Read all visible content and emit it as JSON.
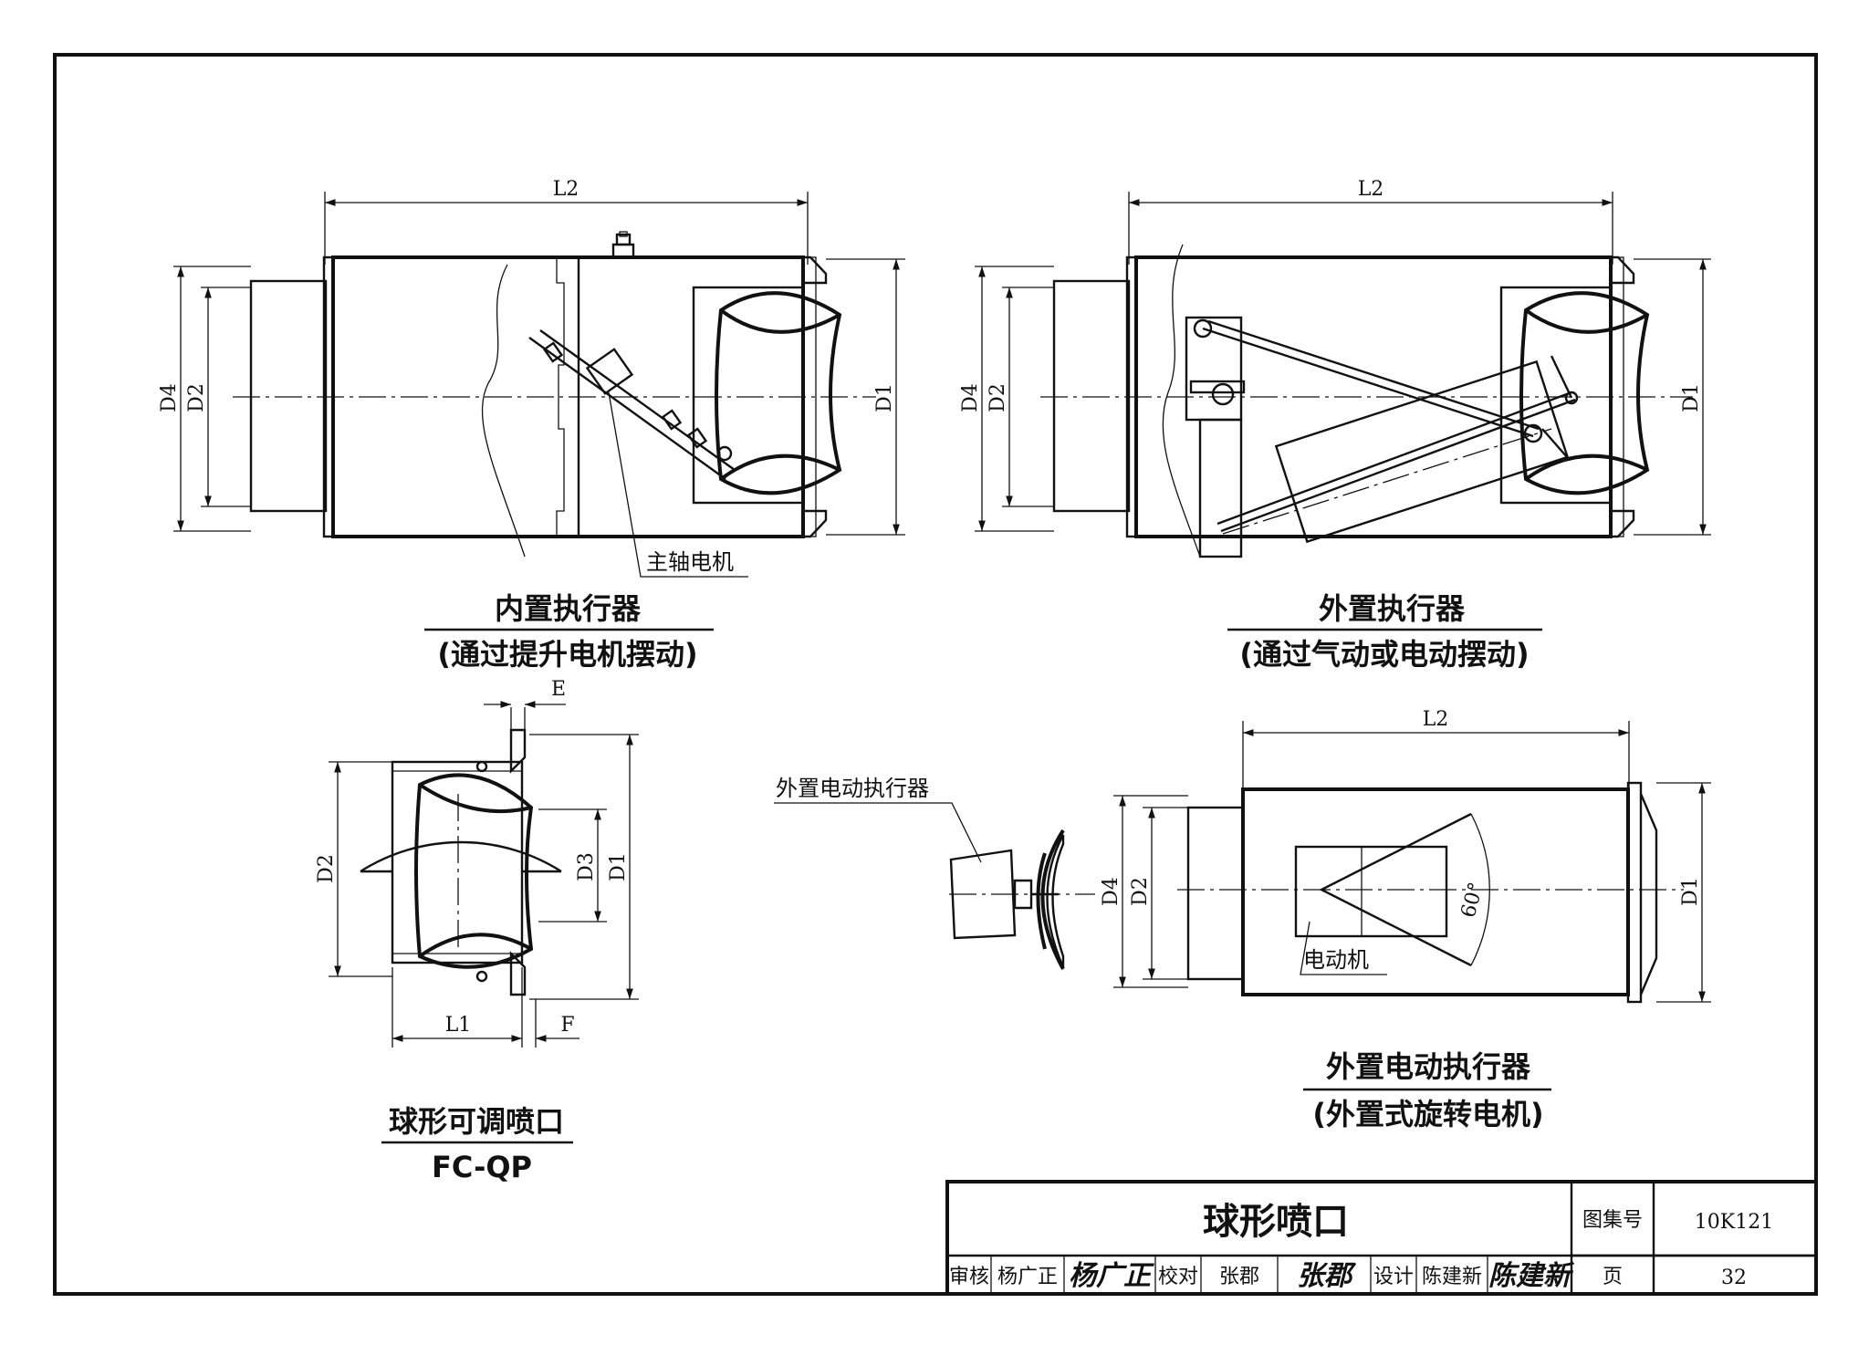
{
  "drawings": {
    "internal_actuator": {
      "title": "内置执行器",
      "subtitle": "(通过提升电机摆动)",
      "callout": "主轴电机",
      "dims": {
        "length": "L2",
        "outer": "D4",
        "inner": "D2",
        "flange": "D1"
      }
    },
    "external_actuator": {
      "title": "外置执行器",
      "subtitle": "(通过气动或电动摆动)",
      "dims": {
        "length": "L2",
        "outer": "D4",
        "inner": "D2",
        "flange": "D1"
      }
    },
    "ball_nozzle": {
      "title": "球形可调喷口",
      "subtitle": "FC-QP",
      "dims": {
        "e": "E",
        "d2": "D2",
        "d3": "D3",
        "d1": "D1",
        "l1": "L1",
        "f": "F"
      }
    },
    "external_electric": {
      "title": "外置电动执行器",
      "subtitle": "(外置式旋转电机)",
      "callout_actuator": "外置电动执行器",
      "callout_motor": "电动机",
      "angle": "60°",
      "dims": {
        "length": "L2",
        "outer": "D4",
        "inner": "D2",
        "flange": "D1"
      }
    }
  },
  "title_block": {
    "title": "球形喷口",
    "atlas_label": "图集号",
    "atlas_no": "10K121",
    "page_label": "页",
    "page_no": "32",
    "review_label": "审核",
    "reviewer": "杨广正",
    "reviewer_sig": "杨广正",
    "check_label": "校对",
    "checker": "张郡",
    "checker_sig": "张郡",
    "design_label": "设计",
    "designer": "陈建新",
    "designer_sig": "陈建新"
  }
}
